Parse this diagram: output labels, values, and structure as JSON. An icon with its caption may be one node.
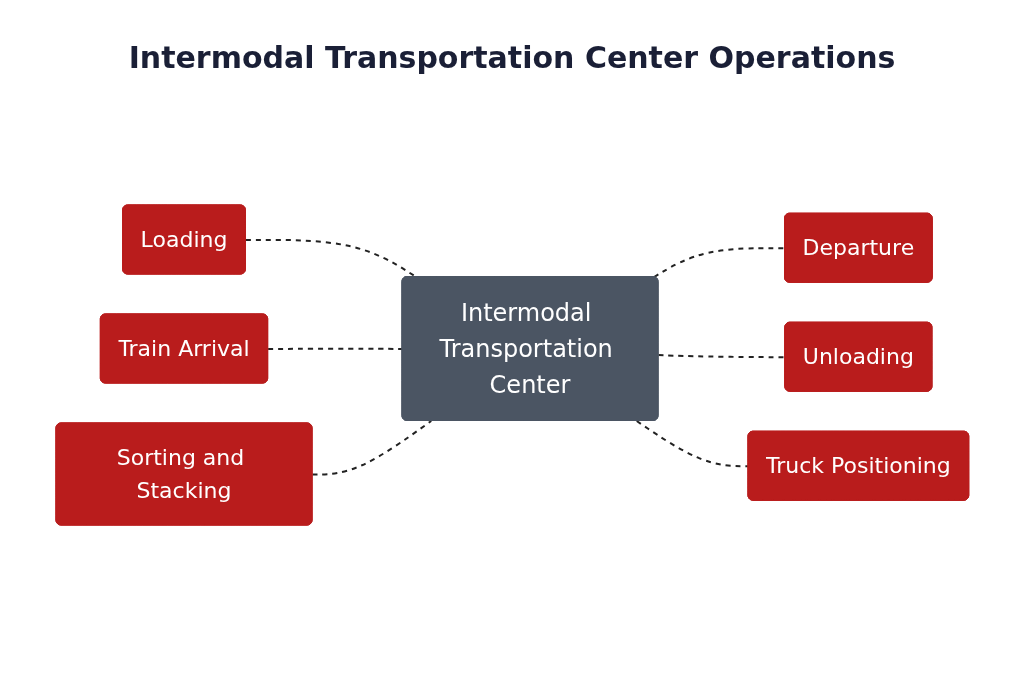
{
  "diagram": {
    "title": "Intermodal Transportation Center Operations",
    "nodes": [
      {
        "text": [
          "Loading"
        ]
      },
      {
        "text": [
          "Departure"
        ]
      },
      {
        "text": [
          "Train Arrival"
        ]
      },
      {
        "text": [
          "Intermodal Transportation Center"
        ]
      },
      {
        "text": [
          "Unloading"
        ]
      },
      {
        "text": [
          "Sorting and Stacking"
        ]
      },
      {
        "text": [
          "Truck Positioning"
        ]
      }
    ],
    "edges": [
      {
        "from": 0,
        "to": 3,
        "arrow": "none",
        "style": "dashed"
      },
      {
        "from": 2,
        "to": 3,
        "arrow": "none",
        "style": "dashed"
      },
      {
        "from": 5,
        "to": 3,
        "arrow": "none",
        "style": "dashed"
      },
      {
        "from": 3,
        "to": 1,
        "arrow": "none",
        "style": "dashed"
      },
      {
        "from": 3,
        "to": 4,
        "arrow": "none",
        "style": "dashed"
      },
      {
        "from": 3,
        "to": 6,
        "arrow": "none",
        "style": "dashed"
      }
    ]
  }
}
